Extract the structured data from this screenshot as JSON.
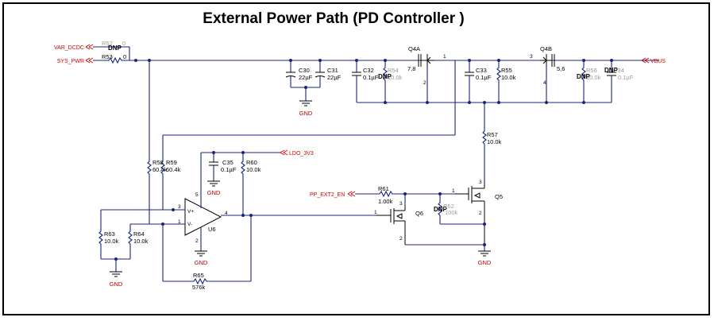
{
  "title": "External Power Path (PD Controller )",
  "nets": {
    "var_dcdc": "VAR_DCDC",
    "sys_pwr": "SYS_PWR",
    "vbus": "VBUS",
    "ldo_3v3": "LDO_3V3",
    "pp_ext2_en": "PP_EXT2_EN"
  },
  "ground_label": "GND",
  "dnp_label": "DNP",
  "components": {
    "r52": {
      "ref": "R52",
      "value": "0"
    },
    "r53": {
      "ref": "R53",
      "value": "0"
    },
    "c30": {
      "ref": "C30",
      "value": "22µF"
    },
    "c31": {
      "ref": "C31",
      "value": "22µF"
    },
    "c32": {
      "ref": "C32",
      "value": "0.1µF"
    },
    "r54": {
      "ref": "R54",
      "value": "10.0k"
    },
    "q4a": {
      "ref": "Q4A",
      "pins": "7,8",
      "pin1": "1",
      "pin2": "2"
    },
    "q4b": {
      "ref": "Q4B",
      "pins": "5,6",
      "pin3": "3",
      "pin4": "4"
    },
    "c33": {
      "ref": "C33",
      "value": "0.1µF"
    },
    "r55": {
      "ref": "R55",
      "value": "10.0k"
    },
    "r56": {
      "ref": "R56",
      "value": "10.0k"
    },
    "c34": {
      "ref": "C34",
      "value": "0.1µF"
    },
    "r57": {
      "ref": "R57",
      "value": "10.0k"
    },
    "r58": {
      "ref": "R58",
      "value": "60.4k"
    },
    "r59": {
      "ref": "R59",
      "value": "60.4k"
    },
    "c35": {
      "ref": "C35",
      "value": "0.1µF"
    },
    "r60": {
      "ref": "R60",
      "value": "10.0k"
    },
    "r61": {
      "ref": "R61",
      "value": "1.00k"
    },
    "r62": {
      "ref": "R62",
      "value": "100k"
    },
    "r63": {
      "ref": "R63",
      "value": "10.0k"
    },
    "r64": {
      "ref": "R64",
      "value": "10.0k"
    },
    "r65": {
      "ref": "R65",
      "value": "576k"
    },
    "u6": {
      "ref": "U6",
      "in_plus": "V+",
      "in_minus": "V-",
      "pin3": "3",
      "pin1": "1",
      "pin4": "4",
      "pin5": "5",
      "pin2": "2"
    },
    "q5": {
      "ref": "Q5",
      "pin1": "1",
      "pin2": "2",
      "pin3": "3"
    },
    "q6": {
      "ref": "Q6",
      "pin1": "1",
      "pin2": "2",
      "pin3": "3"
    }
  }
}
